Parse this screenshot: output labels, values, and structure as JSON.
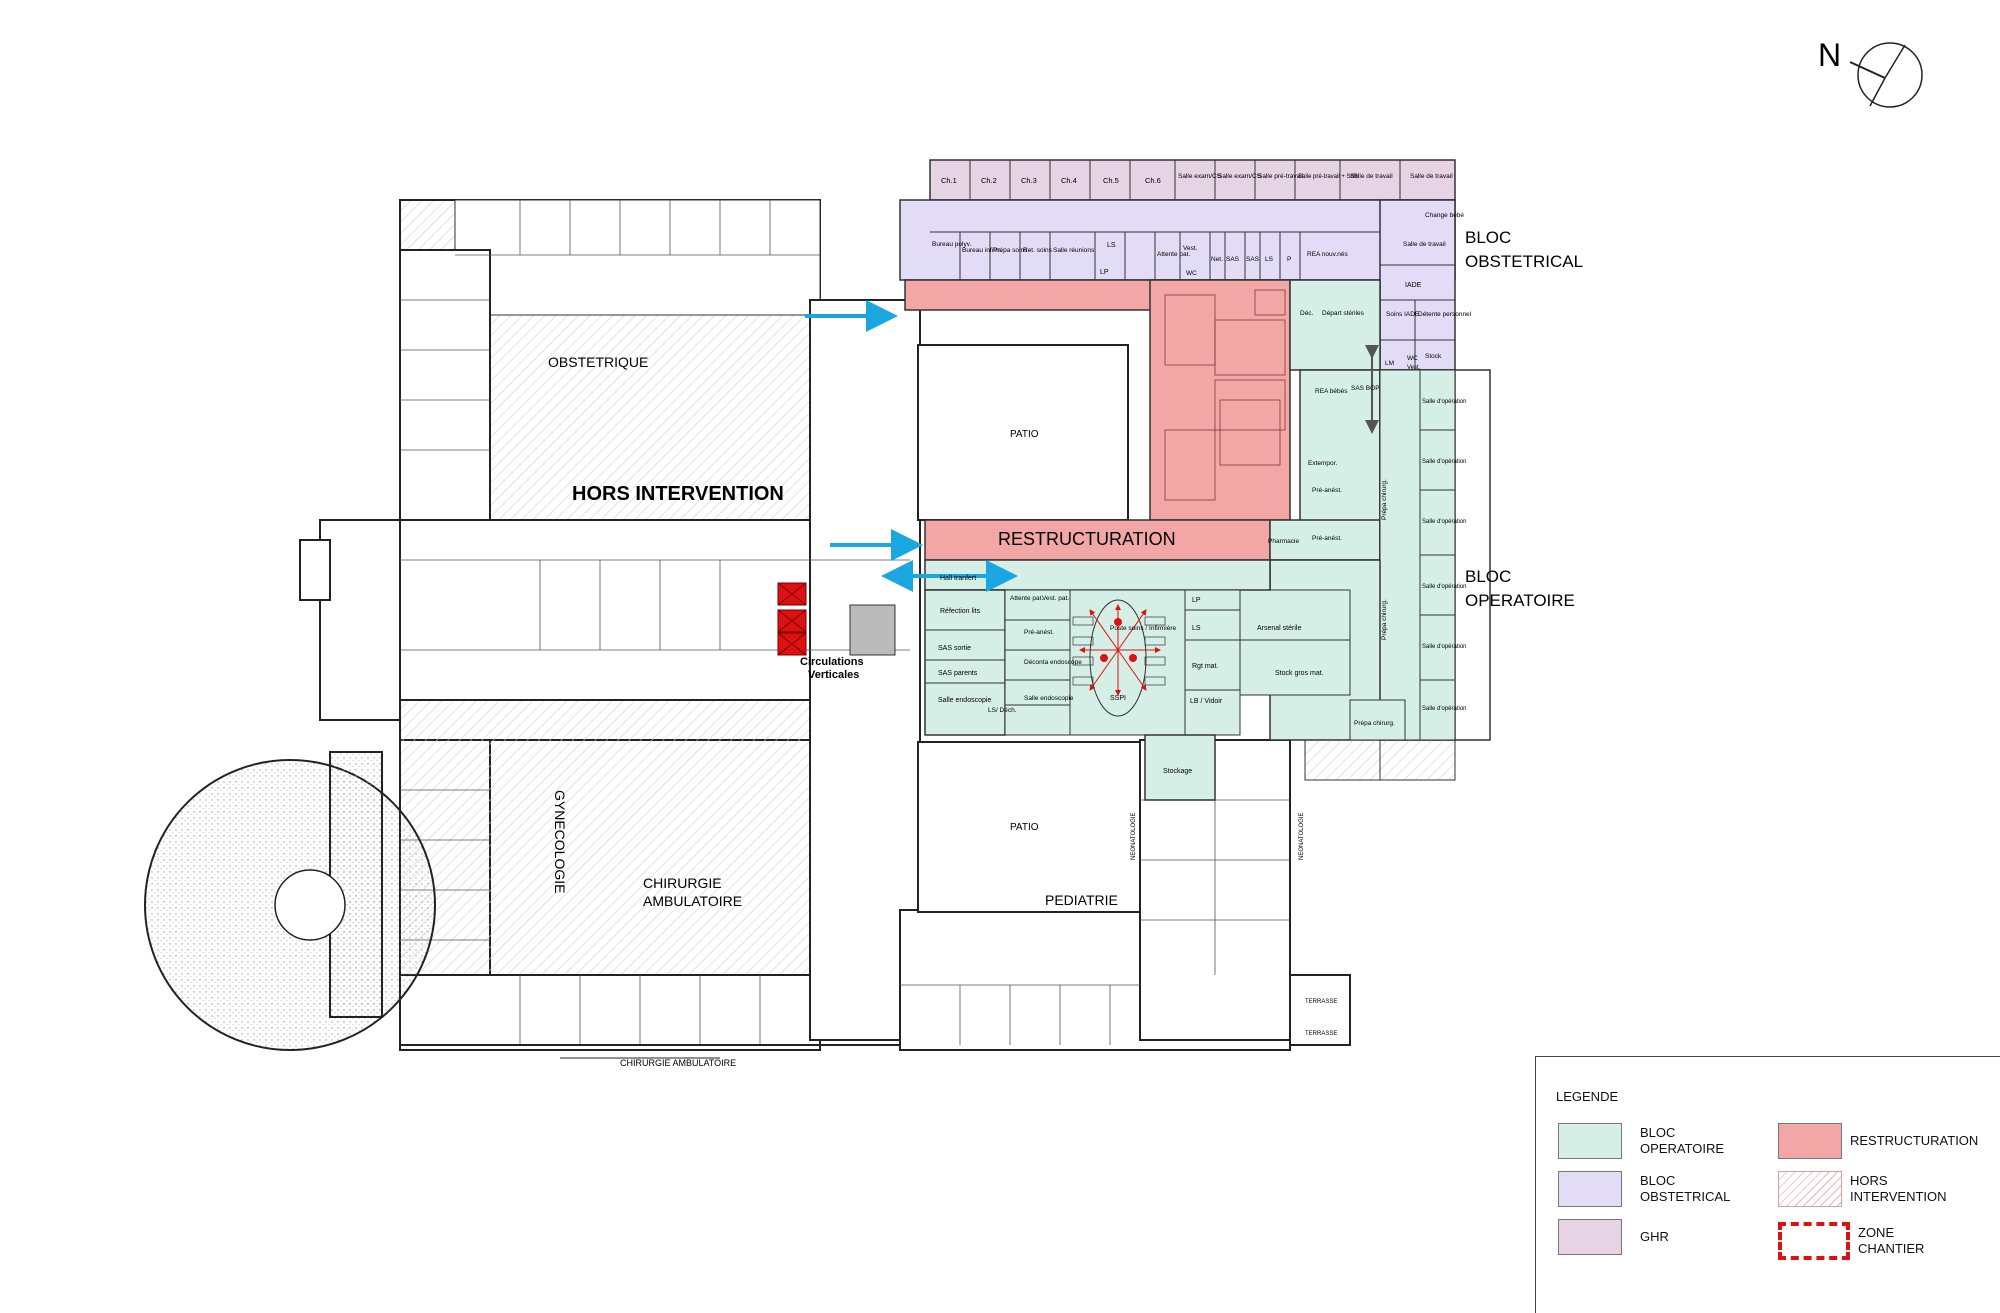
{
  "north_label": "N",
  "zones": {
    "hors_intervention": "HORS INTERVENTION",
    "restructuration": "RESTRUCTURATION",
    "bloc_obstetrical": [
      "BLOC",
      "OBSTETRICAL"
    ],
    "bloc_operatoire": [
      "BLOC",
      "OPERATOIRE"
    ]
  },
  "departments": {
    "obstetrique": "OBSTETRIQUE",
    "gynecologie": "GYNECOLOGIE",
    "chirurgie_ambulatoire": [
      "CHIRURGIE",
      "AMBULATOIRE"
    ],
    "pediatrie": "PEDIATRIE",
    "patio_north": "PATIO",
    "patio_south": "PATIO",
    "chirurgie_bottom": "CHIRURGIE AMBULATOIRE",
    "circulations": [
      "Circulations",
      "Verticales"
    ],
    "neonatologie_left": "NEONATOLOGIE",
    "neonatologie_right": "NEONATOLOGIE",
    "terrasse_1": "TERRASSE",
    "terrasse_2": "TERRASSE"
  },
  "rooms": {
    "obst_top": [
      "Ch.1",
      "Ch.2",
      "Ch.3",
      "Ch.4",
      "Ch.5",
      "Ch.6",
      "Salle exam/CS",
      "Salle exam/CS",
      "Salle pré-travail",
      "Salle pré-travail + SdB",
      "Salle de travail",
      "Salle de travail"
    ],
    "obst_second": [
      "Bureau polyv.",
      "Bureau infirm.",
      "Prépa soins",
      "Ret. soins",
      "Salle réunions",
      "LS",
      "LP",
      "Attente pat.",
      "Vest.",
      "WC",
      "Net.",
      "SAS",
      "SAS",
      "LS",
      "P",
      "REA nouv.nés"
    ],
    "obst_right": [
      "Change bébé",
      "Salle de travail",
      "IADE",
      "Soins IADE",
      "Détente personnel",
      "WC",
      "Stock",
      "LM",
      "Vest."
    ],
    "restruct_right": [
      "Déc.",
      "Départ stériles",
      "REA bébés",
      "Extempor.",
      "Pré-anést.",
      "Pré-anést.",
      "Pharmacie"
    ],
    "bloc_right": [
      "SAS BOP",
      "Prépa chirurg.",
      "Prépa chirurg.",
      "Prépa chirurg.",
      "Salle d'opération",
      "Salle d'opération",
      "Salle d'opération",
      "Salle d'opération",
      "Salle d'opération",
      "Salle d'opération"
    ],
    "bloc_middle": [
      "Hall tranfert",
      "Réfection lits",
      "SAS sortie",
      "SAS parents",
      "Salle endoscopie",
      "Attente pat.",
      "Vest. pat.",
      "Pré-anést.",
      "Déconta endoscope",
      "Salle endoscopie",
      "LS/ Déch.",
      "LP",
      "LS",
      "Rgt mat.",
      "LB / Vidoir",
      "Arsenal stérile",
      "Stock gros mat.",
      "Stockage"
    ],
    "sspi": [
      "Poste soins / Infirmière",
      "SSPI"
    ]
  },
  "legend": {
    "title": "LEGENDE",
    "items": [
      {
        "label": "BLOC\nOPERATOIRE",
        "color": "#d6efe6"
      },
      {
        "label": "BLOC\nOBSTETRICAL",
        "color": "#e2dcf7"
      },
      {
        "label": "GHR",
        "color": "#e6d3e3"
      },
      {
        "label": "RESTRUCTURATION",
        "color": "#f2a6a6"
      },
      {
        "label": "HORS\nINTERVENTION",
        "color": "hatched"
      },
      {
        "label": "ZONE\nCHANTIER",
        "color": "#dd1111"
      }
    ]
  },
  "colors": {
    "bloc_operatoire": "#d6efe6",
    "bloc_obstetrical": "#e2dcf7",
    "ghr": "#e6d3e3",
    "restructuration": "#f2a6a6",
    "arrows": "#1aa7e0",
    "zone_chantier": "#dd1111"
  }
}
